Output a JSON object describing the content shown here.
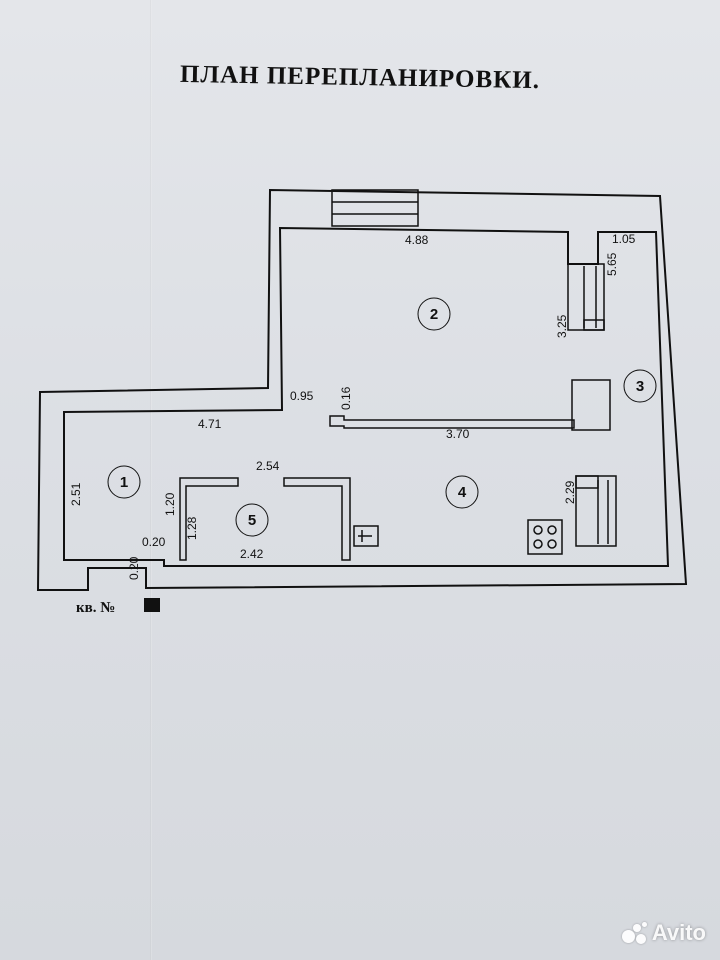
{
  "title": "ПЛАН ПЕРЕПЛАНИРОВКИ.",
  "rooms": [
    {
      "number": "1"
    },
    {
      "number": "2"
    },
    {
      "number": "3"
    },
    {
      "number": "4"
    },
    {
      "number": "5"
    }
  ],
  "dimensions": {
    "top_width": "4.88",
    "right_width": "1.05",
    "right_height": "5.65",
    "room2_side": "3.25",
    "door_width": "0.95",
    "door_offset": "0.16",
    "hall_width": "4.71",
    "partition_length": "3.70",
    "room1_height": "2.51",
    "room5_top": "2.54",
    "room5_side_a": "1.20",
    "room5_side_b": "1.28",
    "room5_bottom": "2.42",
    "wall_a": "0.20",
    "wall_b": "0.20",
    "room3_side": "2.29"
  },
  "apartment_label": "кв. №",
  "watermark": "Avito"
}
